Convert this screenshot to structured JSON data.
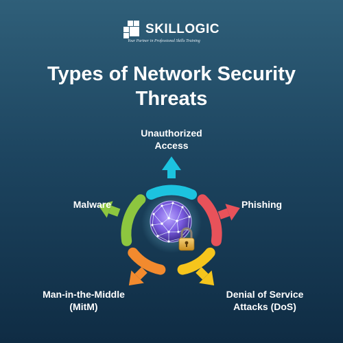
{
  "logo": {
    "brand": "SKILLOGIC",
    "tagline": "Your Partner in Professional Skills Training"
  },
  "title": {
    "line1": "Types of Network Security",
    "line2": "Threats"
  },
  "threats": {
    "top": {
      "line1": "Unauthorized",
      "line2": "Access",
      "color": "#1cc3df"
    },
    "right": {
      "label": "Phishing",
      "color": "#e8525a"
    },
    "bottom_right": {
      "line1": "Denial of Service",
      "line2": "Attacks (DoS)",
      "color": "#f6c51c"
    },
    "bottom_left": {
      "line1": "Man-in-the-Middle",
      "line2": "(MitM)",
      "color": "#f28a2e"
    },
    "left": {
      "label": "Malware",
      "color": "#8dc63f"
    }
  },
  "center": {
    "icons": [
      "network-globe-icon",
      "padlock-icon"
    ],
    "accent": "#7b5ce0"
  },
  "colors": {
    "background_top": "#2f5f79",
    "background_bottom": "#0f2c44",
    "text": "#ffffff"
  }
}
